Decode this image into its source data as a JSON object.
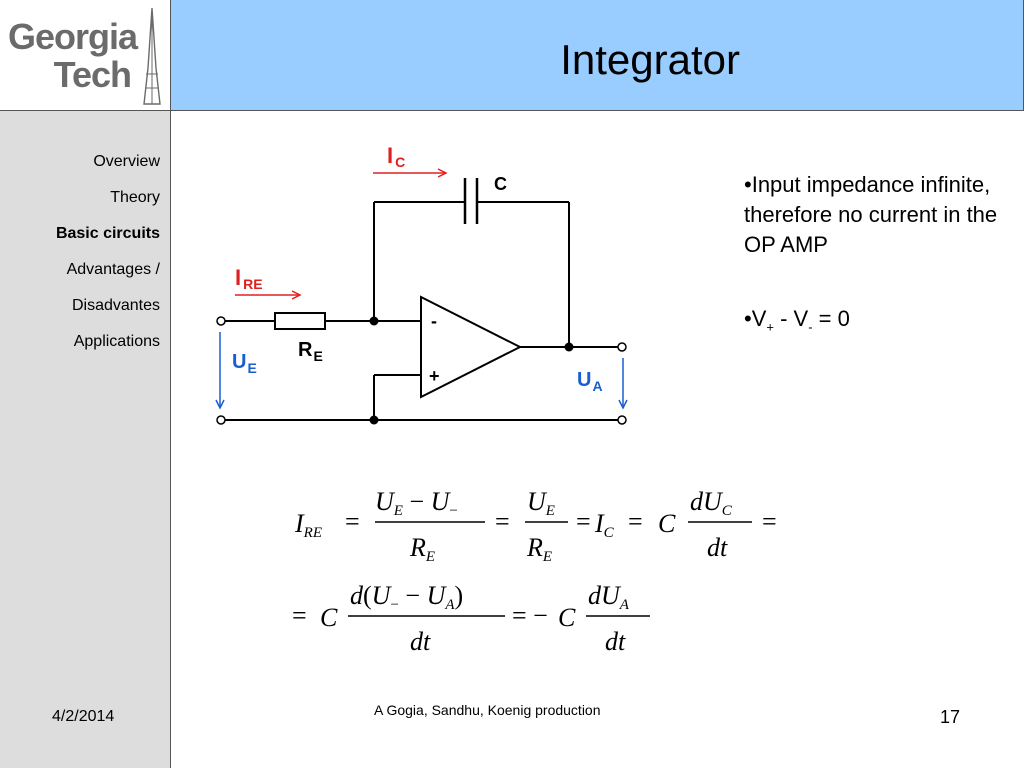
{
  "logo": {
    "line1": "Georgia",
    "line2": "Tech"
  },
  "title": "Integrator",
  "nav": {
    "items": [
      {
        "label": "Overview"
      },
      {
        "label": "Theory"
      },
      {
        "label": "Basic circuits"
      },
      {
        "label": "Advantages /"
      },
      {
        "label": "Disadvantes"
      },
      {
        "label": "Applications"
      }
    ],
    "active_index": 2
  },
  "circuit": {
    "labels": {
      "ic_main": "I",
      "ic_sub": "C",
      "cap": "C",
      "ire_main": "I",
      "ire_sub": "RE",
      "re_main": "R",
      "re_sub": "E",
      "ue_main": "U",
      "ue_sub": "E",
      "ua_main": "U",
      "ua_sub": "A",
      "minus": "-",
      "plus": "+"
    },
    "colors": {
      "arrow": "#e02020",
      "wire": "#000000"
    }
  },
  "bullets": {
    "b1": "•Input impedance infinite, therefore no current in the OP AMP",
    "b2_pre": "•V",
    "b2_sub1": "+",
    "b2_mid": " - V",
    "b2_sub2": "-",
    "b2_post": " = 0"
  },
  "equations": {
    "line1": "I_RE = (U_E − U_−)/R_E = U_E/R_E = I_C = C dU_C/dt =",
    "line2": "= C d(U_− − U_A)/dt = −C dU_A/dt"
  },
  "footer": {
    "date": "4/2/2014",
    "credit": "A Gogia, Sandhu, Koenig production",
    "page_number": "17"
  }
}
